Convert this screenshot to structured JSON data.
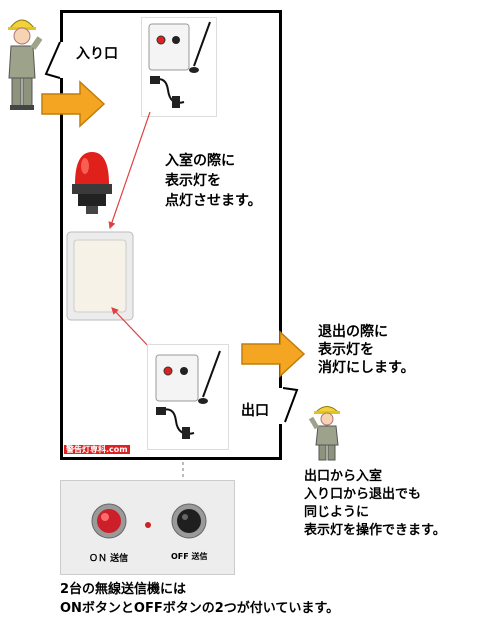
{
  "labels": {
    "entrance": "入り口",
    "exit": "出口"
  },
  "texts": {
    "enter_desc": "入室の際に\n表示灯を\n点灯させます。",
    "exit_desc": "退出の際に\n表示灯を\n消灯にします。",
    "exit_enter_desc": "出口から入室\n入り口から退出でも\n同じように\n表示灯を操作できます。",
    "bottom_note": "2台の無線送信機には\nONボタンとOFFボタンの2つが付いています。"
  },
  "panel_labels": {
    "on": "ＯＮ 送信",
    "off": "OFF 送信"
  },
  "logo": "警告灯専科.com",
  "colors": {
    "arrow": "#f4a623",
    "arrow_stroke": "#c17d0b",
    "lamp_red": "#e0201a",
    "connector": "#e04040"
  },
  "icons": [
    "worker-icon",
    "rotating-lamp-icon",
    "transmitter-icon",
    "receiver-box-icon"
  ]
}
